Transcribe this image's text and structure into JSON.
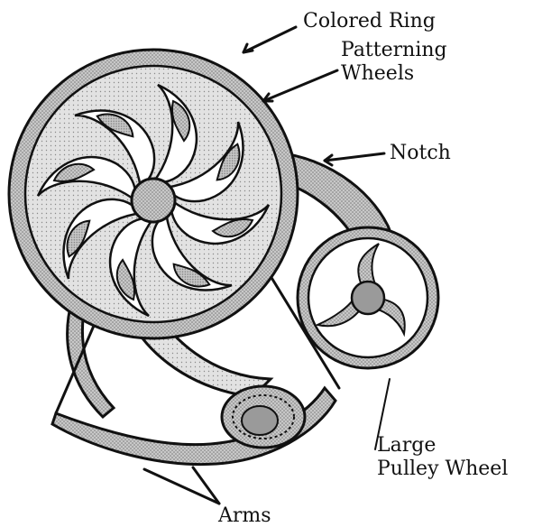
{
  "labels": {
    "colored_ring": "Colored Ring",
    "patterning_wheels_line1": "Patterning",
    "patterning_wheels_line2": "Wheels",
    "notch": "Notch",
    "large_pulley_wheel_line1": "Large",
    "large_pulley_wheel_line2": "Pulley Wheel",
    "arms": "Arms"
  },
  "colors": {
    "ink": "#111111",
    "shade_dark": "#8f8f8f",
    "shade_mid": "#b6b6b6",
    "shade_light": "#d4d4d4",
    "paper": "#ffffff"
  },
  "patterning_wheel_count": 8
}
